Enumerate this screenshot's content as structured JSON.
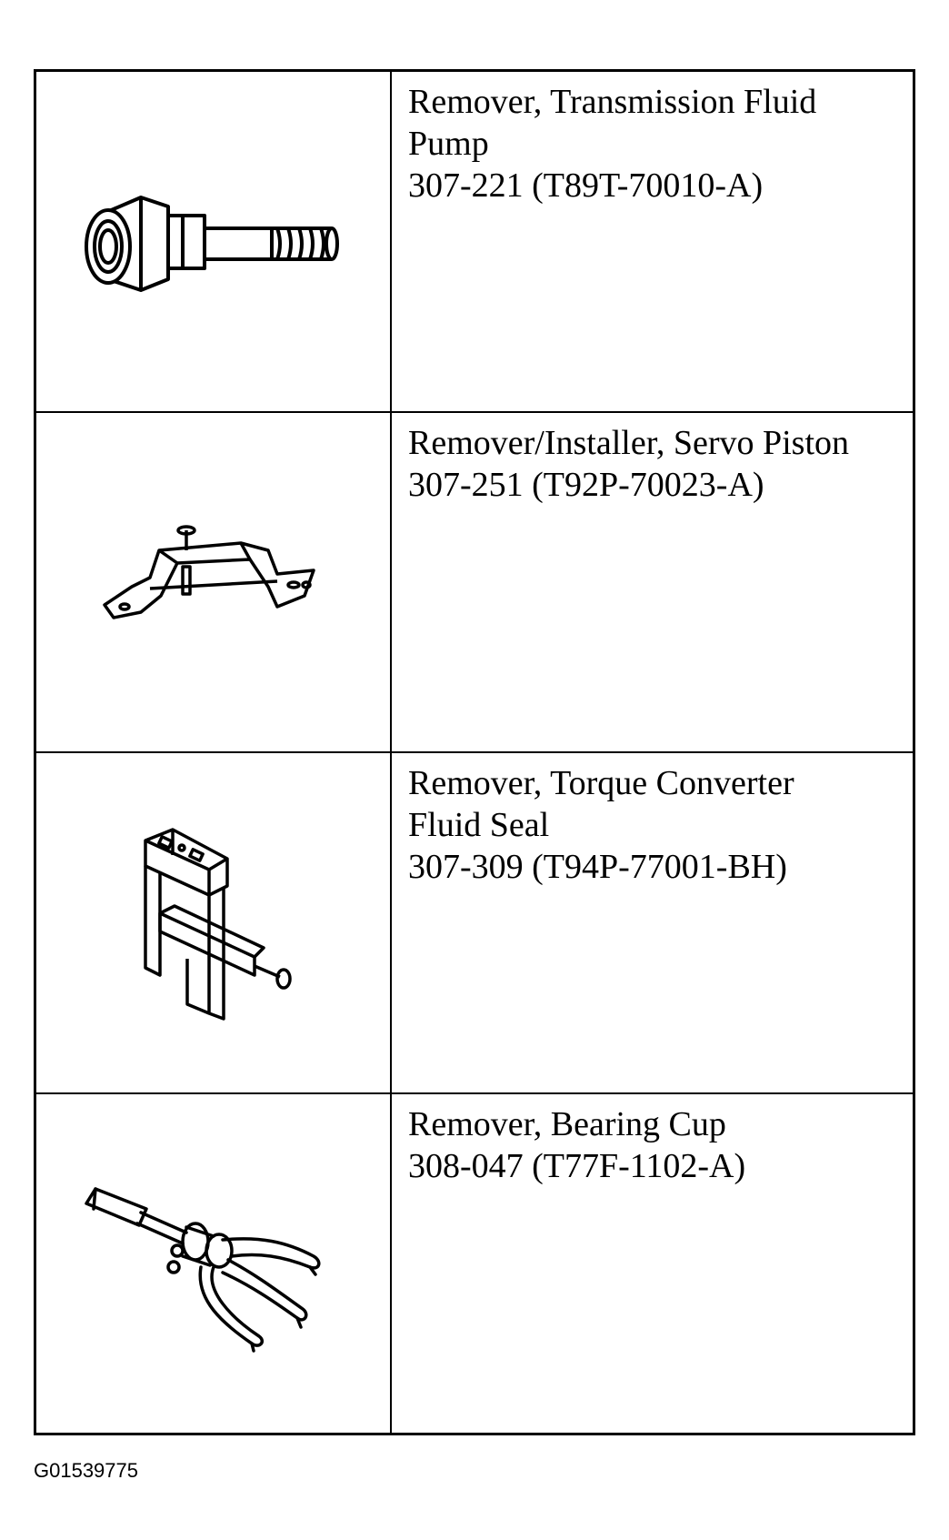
{
  "tools": [
    {
      "icon": "pump-remover-icon",
      "lines": [
        "Remover, Transmission Fluid",
        "Pump",
        "307-221 (T89T-70010-A)"
      ]
    },
    {
      "icon": "servo-piston-tool-icon",
      "lines": [
        "Remover/Installer, Servo Piston",
        "307-251 (T92P-70023-A)"
      ]
    },
    {
      "icon": "seal-remover-icon",
      "lines": [
        "Remover, Torque Converter",
        "Fluid Seal",
        "307-309 (T94P-77001-BH)"
      ]
    },
    {
      "icon": "bearing-cup-remover-icon",
      "lines": [
        "Remover, Bearing Cup",
        "308-047 (T77F-1102-A)"
      ]
    }
  ],
  "figure_id": "G01539775"
}
